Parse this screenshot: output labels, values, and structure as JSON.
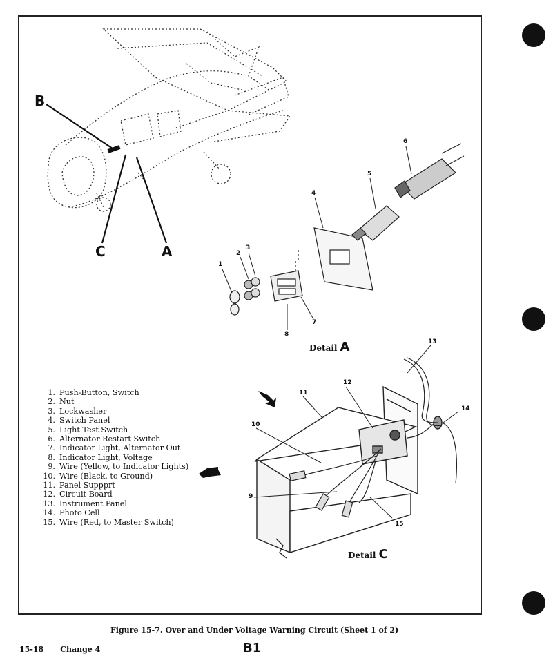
{
  "callouts": {
    "b": "B",
    "c": "C",
    "a": "A"
  },
  "part_numbers": [
    "1",
    "2",
    "3",
    "4",
    "5",
    "6",
    "7",
    "8",
    "9",
    "10",
    "11",
    "12",
    "13",
    "14",
    "15"
  ],
  "detail_a": {
    "label": "Detail",
    "letter": "A"
  },
  "detail_c": {
    "label": "Detail",
    "letter": "C"
  },
  "legend": [
    {
      "num": "1.",
      "text": "Push-Button, Switch"
    },
    {
      "num": "2.",
      "text": "Nut"
    },
    {
      "num": "3.",
      "text": "Lockwasher"
    },
    {
      "num": "4.",
      "text": "Switch Panel"
    },
    {
      "num": "5.",
      "text": "Light Test Switch"
    },
    {
      "num": "6.",
      "text": "Alternator Restart Switch"
    },
    {
      "num": "7.",
      "text": "Indicator Light, Alternator Out"
    },
    {
      "num": "8.",
      "text": "Indicator Light, Voltage"
    },
    {
      "num": "9.",
      "text": "Wire (Yellow, to Indicator Lights)"
    },
    {
      "num": "10.",
      "text": "Wire (Black, to Ground)"
    },
    {
      "num": "11.",
      "text": "Panel Suppprt"
    },
    {
      "num": "12.",
      "text": "Circuit Board"
    },
    {
      "num": "13.",
      "text": "Instrument Panel"
    },
    {
      "num": "14.",
      "text": "Photo Cell"
    },
    {
      "num": "15.",
      "text": "Wire (Red, to Master Switch)"
    }
  ],
  "caption": "Figure 15-7.  Over and Under Voltage Warning Circuit (Sheet 1 of 2)",
  "footer": {
    "page": "15-18",
    "change": "Change 4",
    "frame": "B1"
  }
}
